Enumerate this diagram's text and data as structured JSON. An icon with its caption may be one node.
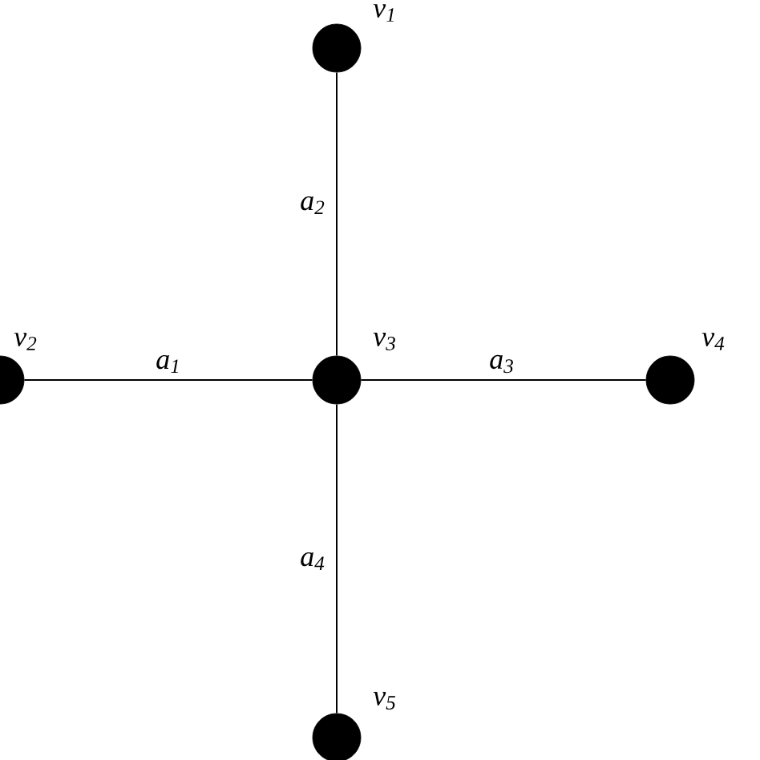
{
  "diagram": {
    "nodes": [
      {
        "text": [],
        "shape": "circle",
        "beside": [
          "v$_{1}$"
        ]
      },
      {
        "text": [],
        "shape": "circle",
        "beside": [
          "v$_{2}$"
        ]
      },
      {
        "text": [],
        "shape": "circle",
        "beside": [
          "v$_{3}$"
        ]
      },
      {
        "text": [],
        "shape": "circle",
        "beside": [
          "v$_{4}$"
        ]
      },
      {
        "text": [],
        "shape": "circle",
        "beside": [
          "v$_{5}$"
        ]
      }
    ],
    "edges": [
      {
        "from": 2,
        "to": 1,
        "arrow": "none",
        "label": "a$_{1}$"
      },
      {
        "from": 2,
        "to": 0,
        "arrow": "none",
        "label": "a$_{2}$"
      },
      {
        "from": 2,
        "to": 3,
        "arrow": "none",
        "label": "a$_{3}$"
      },
      {
        "from": 2,
        "to": 4,
        "arrow": "none",
        "label": "a$_{4}$"
      }
    ]
  }
}
